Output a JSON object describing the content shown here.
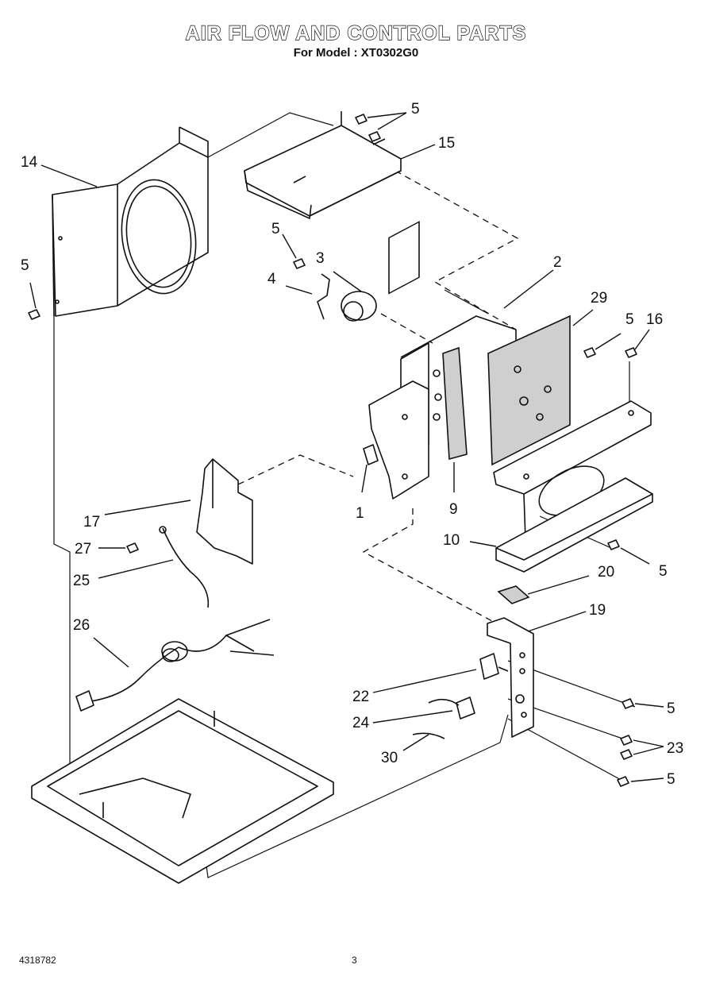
{
  "header": {
    "title": "AIR FLOW AND CONTROL PARTS",
    "subtitle": "For Model : XT0302G0"
  },
  "footer": {
    "doc_number": "4318782",
    "page_number": "3"
  },
  "callouts": [
    {
      "id": "c-5a",
      "label": "5"
    },
    {
      "id": "c-15",
      "label": "15"
    },
    {
      "id": "c-14",
      "label": "14"
    },
    {
      "id": "c-5b",
      "label": "5"
    },
    {
      "id": "c-5c",
      "label": "5"
    },
    {
      "id": "c-3",
      "label": "3"
    },
    {
      "id": "c-2",
      "label": "2"
    },
    {
      "id": "c-4",
      "label": "4"
    },
    {
      "id": "c-29",
      "label": "29"
    },
    {
      "id": "c-5d",
      "label": "5"
    },
    {
      "id": "c-16",
      "label": "16"
    },
    {
      "id": "c-1",
      "label": "1"
    },
    {
      "id": "c-9",
      "label": "9"
    },
    {
      "id": "c-17",
      "label": "17"
    },
    {
      "id": "c-27",
      "label": "27"
    },
    {
      "id": "c-25",
      "label": "25"
    },
    {
      "id": "c-10",
      "label": "10"
    },
    {
      "id": "c-5e",
      "label": "5"
    },
    {
      "id": "c-20",
      "label": "20"
    },
    {
      "id": "c-19",
      "label": "19"
    },
    {
      "id": "c-26",
      "label": "26"
    },
    {
      "id": "c-22",
      "label": "22"
    },
    {
      "id": "c-5f",
      "label": "5"
    },
    {
      "id": "c-24",
      "label": "24"
    },
    {
      "id": "c-23",
      "label": "23"
    },
    {
      "id": "c-30",
      "label": "30"
    },
    {
      "id": "c-5g",
      "label": "5"
    }
  ]
}
